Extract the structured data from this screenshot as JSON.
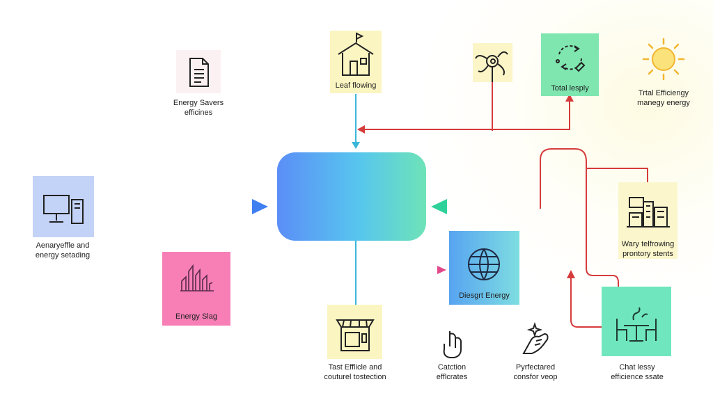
{
  "diagram": {
    "nodes": {
      "leaf_flowing": {
        "label": "Leaf flowing",
        "icon": "house-icon",
        "fill": "#fbf5c2"
      },
      "energy_savers": {
        "lines": [
          "Energy Savers",
          "efficines"
        ],
        "icon": "document-icon",
        "fill": "#fcf1f2"
      },
      "loop_node": {
        "icon": "swirl-icon",
        "fill": "#fbf5c8"
      },
      "total_lesply": {
        "label": "Total lesply",
        "icon": "cycle-icon",
        "fill": "#7fe6b0"
      },
      "sun": {
        "lines": [
          "Trtal Efficiengy",
          "manegy energy"
        ],
        "icon": "sun-icon"
      },
      "desktop": {
        "lines": [
          "Aenaryeffle and",
          "energy setading"
        ],
        "icon": "computer-icon",
        "fill": "#c3d2f7"
      },
      "energy_slag": {
        "label": "Energy Slag",
        "icon": "signal-icon",
        "fill": "#f77fb6"
      },
      "diesgrt_energy": {
        "label": "Diesgrt Energy",
        "icon": "globe-icon",
        "fill_from": "#57a4f1",
        "fill_to": "#7edde1"
      },
      "buildings": {
        "lines": [
          "Wary telfrowing",
          "prontory stents"
        ],
        "icon": "buildings-icon",
        "fill": "#fbf6cc"
      },
      "shop": {
        "lines": [
          "Tast Efflicle and",
          "couturel tostection"
        ],
        "icon": "shop-icon",
        "fill": "#fbf5c2"
      },
      "gesture": {
        "lines": [
          "Catction",
          "efflcrates"
        ],
        "icon": "hand-icon"
      },
      "hand_sparkle": {
        "lines": [
          "Pyrfectared",
          "consfor veop"
        ],
        "icon": "hand-sparkle-icon"
      },
      "dining": {
        "lines": [
          "Chat lessy",
          "efficience ssate"
        ],
        "icon": "dining-icon",
        "fill": "#6fe6bd"
      }
    },
    "hub": {
      "label": "",
      "color_from": "#5b8ef7",
      "color_to": "#6ee3b7"
    },
    "colors": {
      "blue_link": "#4a7de6",
      "teal_link": "#3ab7d8",
      "red_link": "#d63b3b",
      "magenta_link": "#cf3d9a",
      "rainbow": [
        "#2fd19a",
        "#f1c232",
        "#e8762b",
        "#d63b3b"
      ]
    }
  }
}
